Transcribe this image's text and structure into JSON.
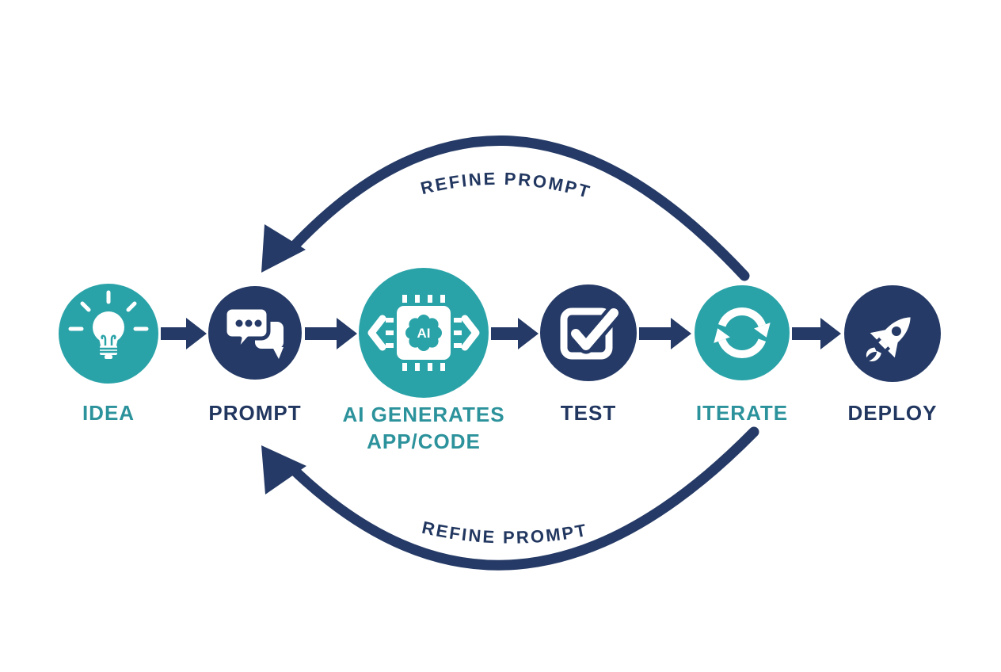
{
  "palette": {
    "background": "#ffffff",
    "teal": "#2aa3a8",
    "navy": "#253a66",
    "teal_text": "#2c929b",
    "navy_text": "#223760",
    "icon_white": "#ffffff"
  },
  "steps": [
    {
      "label": "IDEA",
      "icon": "lightbulb-icon",
      "color": "teal"
    },
    {
      "label": "PROMPT",
      "icon": "chat-bubbles-icon",
      "color": "navy"
    },
    {
      "label": "AI GENERATES",
      "label_line2": "APP/CODE",
      "icon": "ai-chip-icon",
      "icon_text": "AI",
      "color": "teal"
    },
    {
      "label": "TEST",
      "icon": "checkmark-box-icon",
      "color": "navy"
    },
    {
      "label": "ITERATE",
      "icon": "refresh-arrows-icon",
      "color": "teal"
    },
    {
      "label": "DEPLOY",
      "icon": "rocket-icon",
      "color": "navy"
    }
  ],
  "loop_labels": {
    "top": "REFINE PROMPT",
    "bottom": "REFINE PROMPT"
  }
}
